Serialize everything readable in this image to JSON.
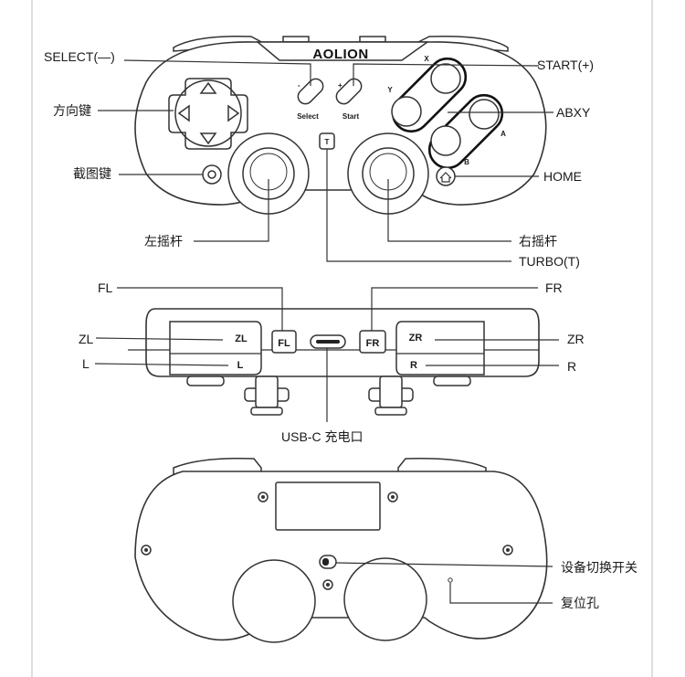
{
  "brand": "AOLION",
  "buttons": {
    "select_small": "Select",
    "start_small": "Start",
    "minus": "-",
    "plus": "+",
    "x": "X",
    "y": "Y",
    "a": "A",
    "b": "B",
    "turbo": "T",
    "fl": "FL",
    "fr": "FR",
    "zl": "ZL",
    "zr": "ZR",
    "l": "L",
    "r": "R"
  },
  "callouts": {
    "select": "SELECT(—)",
    "start": "START(+)",
    "dpad": "方向键",
    "abxy": "ABXY",
    "screenshot": "截图键",
    "home": "HOME",
    "left_stick": "左摇杆",
    "right_stick": "右摇杆",
    "turbo": "TURBO(T)",
    "fl": "FL",
    "fr": "FR",
    "zl": "ZL",
    "zr": "ZR",
    "l": "L",
    "r": "R",
    "usbc": "USB-C 充电口",
    "switch": "设备切换开关",
    "reset": "复位孔"
  }
}
